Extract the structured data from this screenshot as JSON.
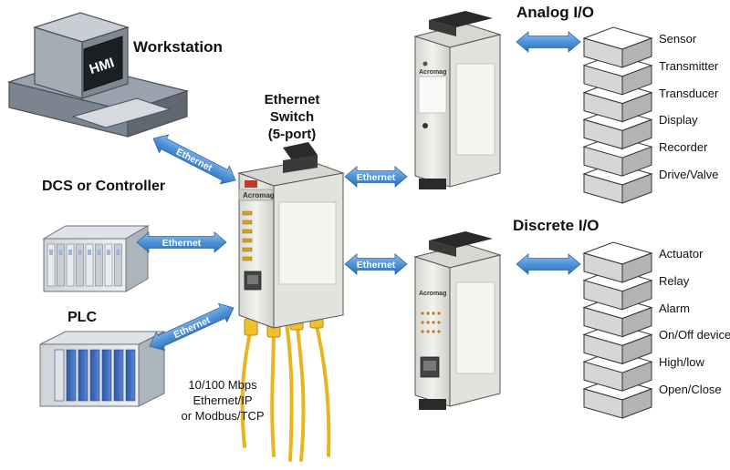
{
  "labels": {
    "workstation": "Workstation",
    "hmi": "HMI",
    "dcs": "DCS or Controller",
    "plc": "PLC",
    "switch_line1": "Ethernet",
    "switch_line2": "Switch",
    "switch_line3": "(5-port)",
    "analog": "Analog I/O",
    "discrete": "Discrete I/O",
    "speed_line1": "10/100 Mbps",
    "speed_line2": "Ethernet/IP",
    "speed_line3": "or Modbus/TCP"
  },
  "connection_label": "Ethernet",
  "device_brand": "Acromag",
  "analog_devices": [
    "Sensor",
    "Transmitter",
    "Transducer",
    "Display",
    "Recorder",
    "Drive/Valve"
  ],
  "discrete_devices": [
    "Actuator",
    "Relay",
    "Alarm",
    "On/Off device",
    "High/low",
    "Open/Close"
  ],
  "colors": {
    "arrow_blue": "#4f93d6",
    "cable_yellow": "#f2c02a",
    "module_body": "#e9e9e4",
    "rack_blue": "#3a67b8"
  }
}
